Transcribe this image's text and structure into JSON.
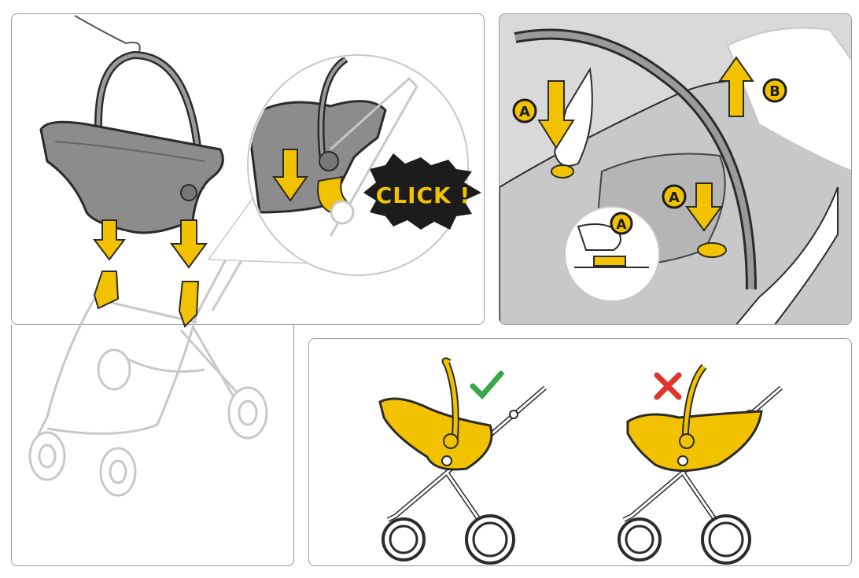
{
  "diagram": {
    "callout_click": "CLICK !",
    "label_a": "A",
    "label_b": "B",
    "correct_mark": "check-icon",
    "incorrect_mark": "cross-icon",
    "colors": {
      "accent_yellow": "#f2c200",
      "dark_outline": "#2b2b2b",
      "seat_gray": "#8c8c8c",
      "light_line": "#c8c8c8",
      "correct_green": "#3aa64a",
      "wrong_red": "#e0332b",
      "badge_black": "#1c1c1c"
    }
  }
}
